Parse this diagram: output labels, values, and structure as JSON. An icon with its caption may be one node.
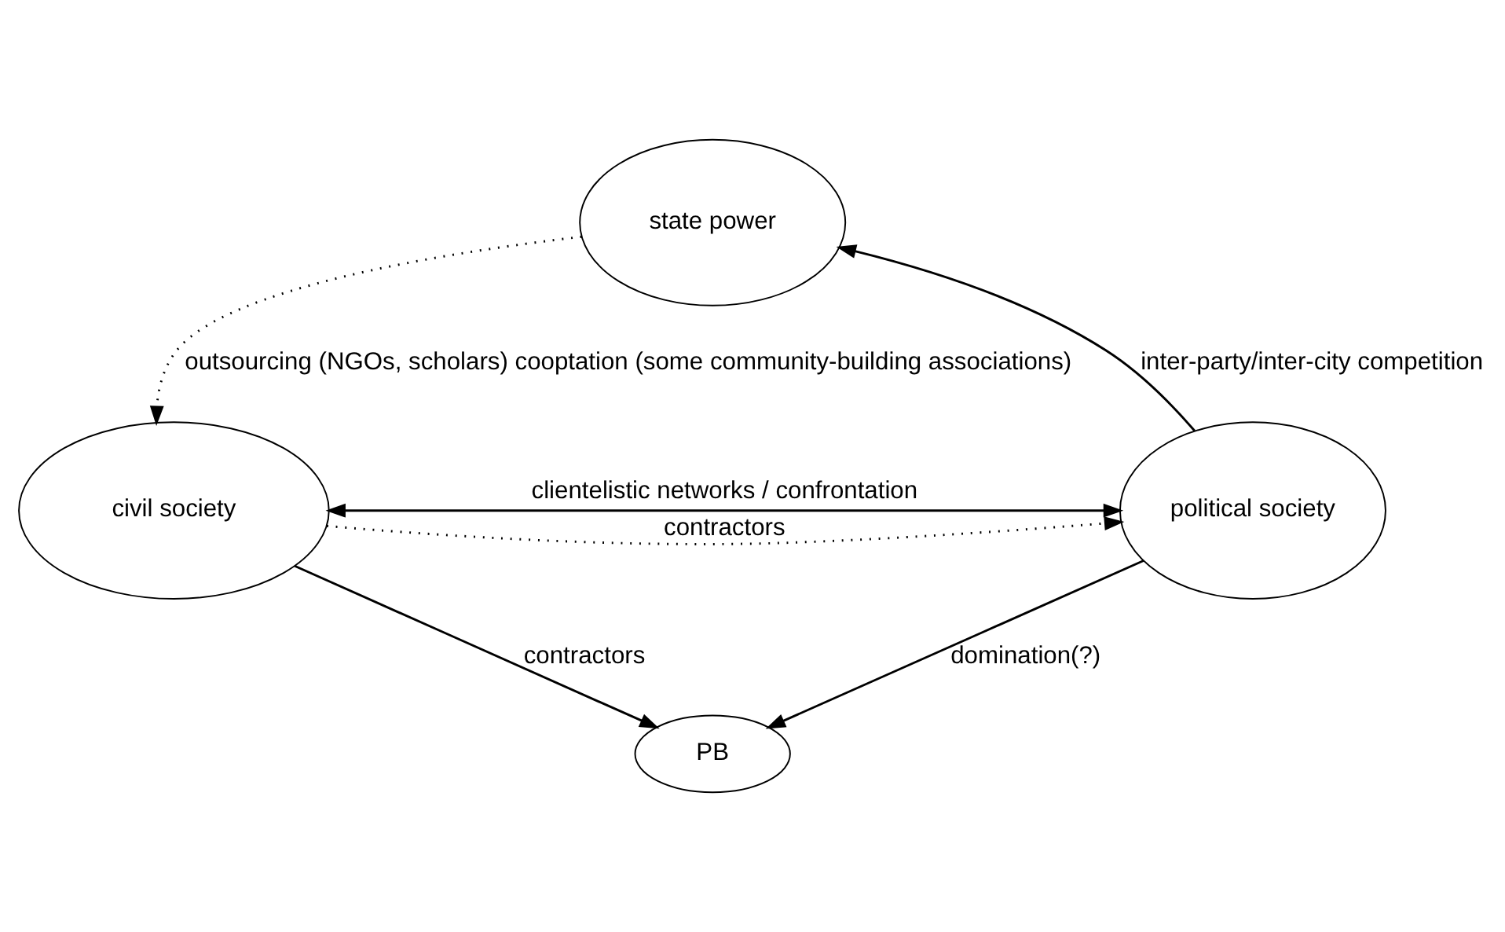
{
  "diagram": {
    "nodes": [
      {
        "text": [
          "state power"
        ]
      },
      {
        "text": [
          "PB"
        ]
      },
      {
        "text": [
          "civil society"
        ]
      },
      {
        "text": [
          "political society"
        ]
      }
    ],
    "edges": [
      {
        "from": 0,
        "to": 2,
        "arrow": "to",
        "style": "dashed",
        "label": "outsourcing (NGOs, scholars) cooptation (some community-building associations)"
      },
      {
        "from": 3,
        "to": 0,
        "arrow": "to",
        "label": "inter-party/inter-city competition"
      },
      {
        "from": 2,
        "to": 1,
        "arrow": "to",
        "label": "contractors"
      },
      {
        "from": 3,
        "to": 1,
        "arrow": "to",
        "label": "domination(?)"
      },
      {
        "from": 2,
        "to": 3,
        "arrow": "to",
        "style": "dashed",
        "label": "contractors"
      },
      {
        "from": 2,
        "to": 3,
        "arrow": "both",
        "label": "clientelistic networks / confrontation"
      }
    ]
  }
}
